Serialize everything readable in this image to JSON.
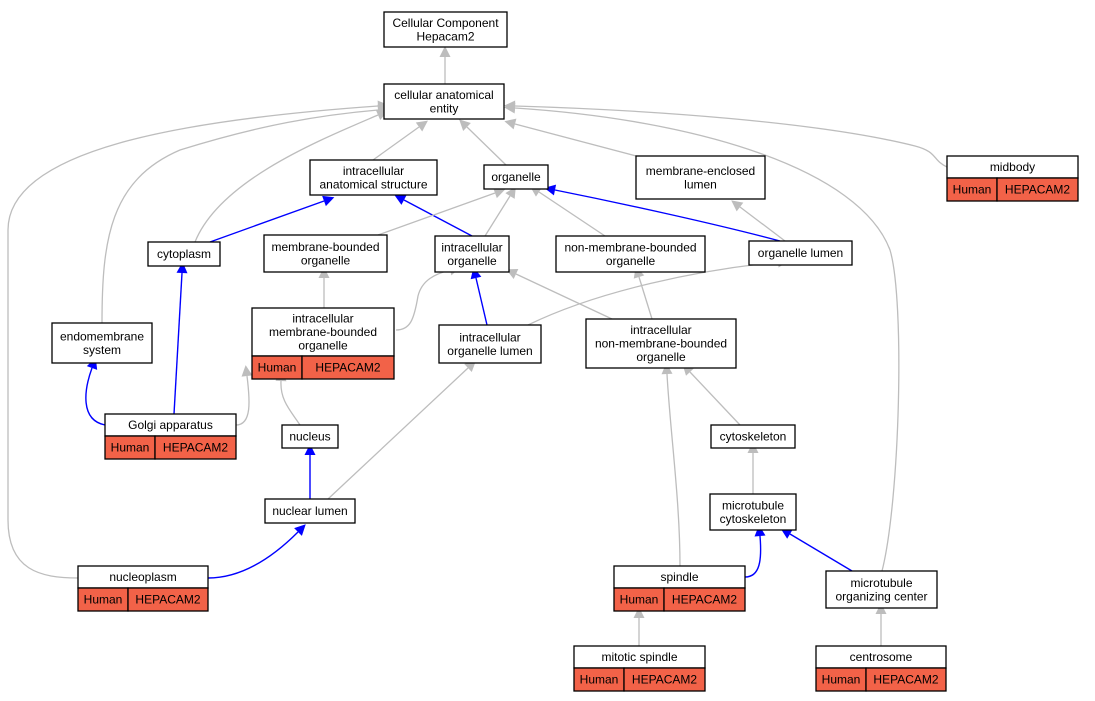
{
  "colors": {
    "annotation_fill": "#f26248",
    "is_a_edge": "#bdbdbd",
    "part_of_edge": "#0000ff"
  },
  "nodes": {
    "root": {
      "lines": [
        "Cellular Component",
        "Hepacam2"
      ]
    },
    "cae": {
      "lines": [
        "cellular anatomical",
        "entity"
      ]
    },
    "ias": {
      "lines": [
        "intracellular",
        "anatomical structure"
      ]
    },
    "organelle": {
      "lines": [
        "organelle"
      ]
    },
    "mel": {
      "lines": [
        "membrane-enclosed",
        "lumen"
      ]
    },
    "midbody": {
      "lines": [
        "midbody"
      ],
      "annotation": [
        "Human",
        "HEPACAM2"
      ]
    },
    "cytoplasm": {
      "lines": [
        "cytoplasm"
      ]
    },
    "mbo": {
      "lines": [
        "membrane-bounded",
        "organelle"
      ]
    },
    "io": {
      "lines": [
        "intracellular",
        "organelle"
      ]
    },
    "nmbo": {
      "lines": [
        "non-membrane-bounded",
        "organelle"
      ]
    },
    "olumen": {
      "lines": [
        "organelle lumen"
      ]
    },
    "endo": {
      "lines": [
        "endomembrane",
        "system"
      ]
    },
    "imbo": {
      "lines": [
        "intracellular",
        "membrane-bounded",
        "organelle"
      ],
      "annotation": [
        "Human",
        "HEPACAM2"
      ]
    },
    "iol": {
      "lines": [
        "intracellular",
        "organelle lumen"
      ]
    },
    "inmbo": {
      "lines": [
        "intracellular",
        "non-membrane-bounded",
        "organelle"
      ]
    },
    "golgi": {
      "lines": [
        "Golgi apparatus"
      ],
      "annotation": [
        "Human",
        "HEPACAM2"
      ]
    },
    "nucleus": {
      "lines": [
        "nucleus"
      ]
    },
    "cytoskeleton": {
      "lines": [
        "cytoskeleton"
      ]
    },
    "nlumen": {
      "lines": [
        "nuclear lumen"
      ]
    },
    "mtcyto": {
      "lines": [
        "microtubule",
        "cytoskeleton"
      ]
    },
    "nucleoplasm": {
      "lines": [
        "nucleoplasm"
      ],
      "annotation": [
        "Human",
        "HEPACAM2"
      ]
    },
    "spindle": {
      "lines": [
        "spindle"
      ],
      "annotation": [
        "Human",
        "HEPACAM2"
      ]
    },
    "mtoc": {
      "lines": [
        "microtubule",
        "organizing center"
      ]
    },
    "mspindle": {
      "lines": [
        "mitotic spindle"
      ],
      "annotation": [
        "Human",
        "HEPACAM2"
      ]
    },
    "centrosome": {
      "lines": [
        "centrosome"
      ],
      "annotation": [
        "Human",
        "HEPACAM2"
      ]
    }
  },
  "edges": [
    {
      "from": "cae",
      "to": "root",
      "type": "gray"
    },
    {
      "from": "ias",
      "to": "cae",
      "type": "gray"
    },
    {
      "from": "organelle",
      "to": "cae",
      "type": "gray"
    },
    {
      "from": "mel",
      "to": "cae",
      "type": "gray"
    },
    {
      "from": "midbody",
      "to": "cae",
      "type": "gray"
    },
    {
      "from": "cytoplasm",
      "to": "cae",
      "type": "gray"
    },
    {
      "from": "endo",
      "to": "cae",
      "type": "gray"
    },
    {
      "from": "nucleoplasm",
      "to": "cae",
      "type": "gray"
    },
    {
      "from": "mtoc",
      "to": "cae",
      "type": "gray"
    },
    {
      "from": "cytoplasm",
      "to": "ias",
      "type": "blue"
    },
    {
      "from": "io",
      "to": "ias",
      "type": "blue"
    },
    {
      "from": "mbo",
      "to": "organelle",
      "type": "gray"
    },
    {
      "from": "io",
      "to": "organelle",
      "type": "gray"
    },
    {
      "from": "nmbo",
      "to": "organelle",
      "type": "gray"
    },
    {
      "from": "olumen",
      "to": "organelle",
      "type": "blue"
    },
    {
      "from": "olumen",
      "to": "mel",
      "type": "gray"
    },
    {
      "from": "imbo",
      "to": "mbo",
      "type": "gray"
    },
    {
      "from": "imbo",
      "to": "io",
      "type": "gray"
    },
    {
      "from": "inmbo",
      "to": "io",
      "type": "gray"
    },
    {
      "from": "inmbo",
      "to": "nmbo",
      "type": "gray"
    },
    {
      "from": "iol",
      "to": "io",
      "type": "blue"
    },
    {
      "from": "iol",
      "to": "olumen",
      "type": "gray"
    },
    {
      "from": "golgi",
      "to": "cytoplasm",
      "type": "blue"
    },
    {
      "from": "golgi",
      "to": "endo",
      "type": "blue"
    },
    {
      "from": "golgi",
      "to": "imbo",
      "type": "gray"
    },
    {
      "from": "nucleus",
      "to": "imbo",
      "type": "gray"
    },
    {
      "from": "nlumen",
      "to": "nucleus",
      "type": "blue"
    },
    {
      "from": "nlumen",
      "to": "iol",
      "type": "gray"
    },
    {
      "from": "nucleoplasm",
      "to": "nlumen",
      "type": "blue"
    },
    {
      "from": "cytoskeleton",
      "to": "inmbo",
      "type": "gray"
    },
    {
      "from": "spindle",
      "to": "inmbo",
      "type": "gray"
    },
    {
      "from": "mtcyto",
      "to": "cytoskeleton",
      "type": "gray"
    },
    {
      "from": "spindle",
      "to": "mtcyto",
      "type": "blue"
    },
    {
      "from": "mtoc",
      "to": "mtcyto",
      "type": "blue"
    },
    {
      "from": "mspindle",
      "to": "spindle",
      "type": "gray"
    },
    {
      "from": "centrosome",
      "to": "mtoc",
      "type": "gray"
    }
  ]
}
